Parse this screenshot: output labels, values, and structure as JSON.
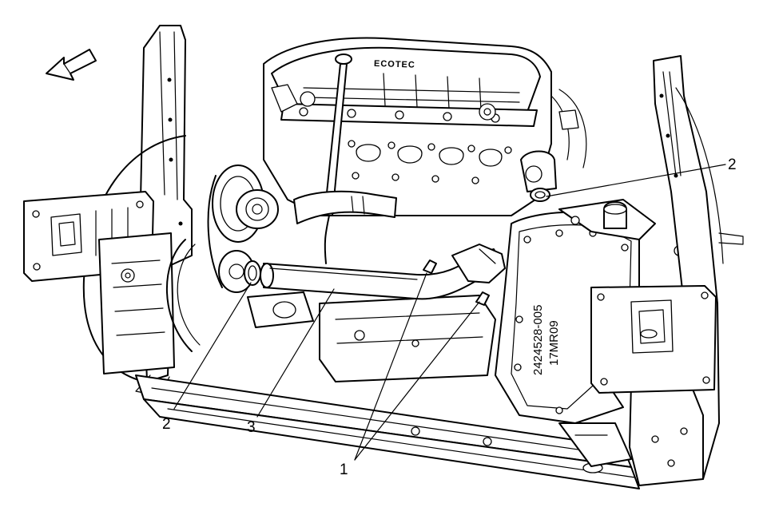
{
  "callouts": {
    "label_1": "1",
    "label_2_left": "2",
    "label_2_right": "2",
    "label_3": "3"
  },
  "engine_cover": {
    "text": "ECOTEC"
  },
  "reference": {
    "code": "2424528-005",
    "date": "17MR09"
  }
}
